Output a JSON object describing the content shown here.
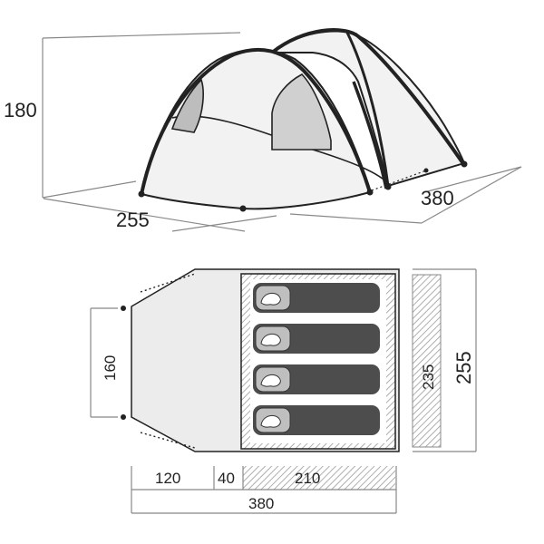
{
  "dimensions": {
    "height": "180",
    "width": "255",
    "length": "380",
    "floor_vestibule_depth": "160",
    "inner_width": "235",
    "outer_width": "255",
    "vestibule_len": "120",
    "gap_len": "40",
    "inner_len": "210",
    "total_len": "380"
  },
  "sleeping_bags": 4,
  "colors": {
    "line": "#222222",
    "dim_line": "#888888",
    "floor_fill": "#ececec",
    "bag_fill": "#4d4d4d",
    "hatch": "#9a9a9a"
  }
}
